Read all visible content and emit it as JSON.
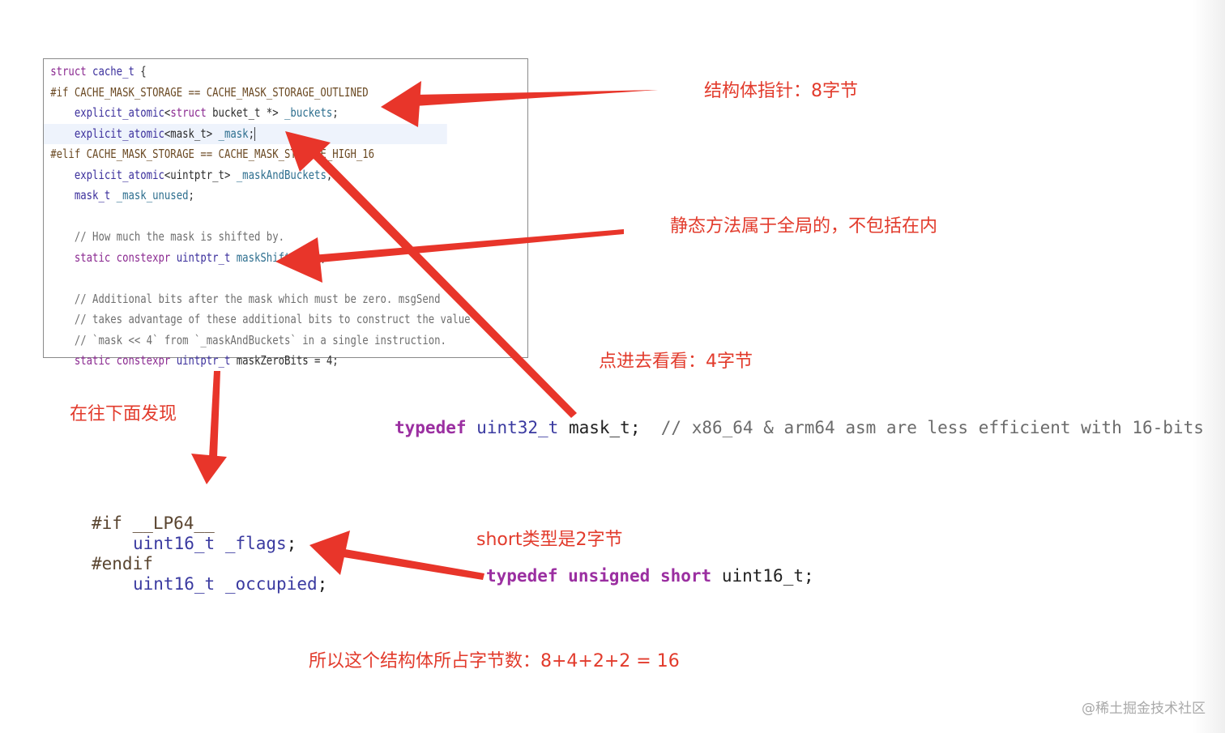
{
  "code_panel": {
    "lines": [
      {
        "segments": [
          {
            "t": "struct",
            "c": "kw"
          },
          {
            "t": " "
          },
          {
            "t": "cache_t",
            "c": "ty"
          },
          {
            "t": " {"
          }
        ]
      },
      {
        "segments": [
          {
            "t": "#if CACHE_MASK_STORAGE == CACHE_MASK_STORAGE_OUTLINED",
            "c": "pp"
          }
        ]
      },
      {
        "segments": [
          {
            "t": "    "
          },
          {
            "t": "explicit_atomic",
            "c": "ty"
          },
          {
            "t": "<"
          },
          {
            "t": "struct",
            "c": "kw"
          },
          {
            "t": " bucket_t *> "
          },
          {
            "t": "_buckets",
            "c": "fd"
          },
          {
            "t": ";"
          }
        ]
      },
      {
        "segments": [
          {
            "t": "    "
          },
          {
            "t": "explicit_atomic",
            "c": "ty"
          },
          {
            "t": "<mask_t> "
          },
          {
            "t": "_mask",
            "c": "fd"
          },
          {
            "t": ";"
          }
        ],
        "highlight": true,
        "caret": true
      },
      {
        "segments": [
          {
            "t": "#elif CACHE_MASK_STORAGE == CACHE_MASK_STORAGE_HIGH_16",
            "c": "pp"
          }
        ]
      },
      {
        "segments": [
          {
            "t": "    "
          },
          {
            "t": "explicit_atomic",
            "c": "ty"
          },
          {
            "t": "<uintptr_t> "
          },
          {
            "t": "_maskAndBuckets",
            "c": "fd"
          },
          {
            "t": ";"
          }
        ]
      },
      {
        "segments": [
          {
            "t": "    "
          },
          {
            "t": "mask_t",
            "c": "ty"
          },
          {
            "t": " "
          },
          {
            "t": "_mask_unused",
            "c": "fd"
          },
          {
            "t": ";"
          }
        ]
      },
      {
        "segments": [
          {
            "t": ""
          }
        ]
      },
      {
        "segments": [
          {
            "t": "    "
          },
          {
            "t": "// How much the mask is shifted by.",
            "c": "cm"
          }
        ]
      },
      {
        "segments": [
          {
            "t": "    "
          },
          {
            "t": "static constexpr",
            "c": "kw"
          },
          {
            "t": " "
          },
          {
            "t": "uintptr_t",
            "c": "ty"
          },
          {
            "t": " "
          },
          {
            "t": "maskShift",
            "c": "fd"
          },
          {
            "t": " = 48;"
          }
        ]
      },
      {
        "segments": [
          {
            "t": ""
          }
        ]
      },
      {
        "segments": [
          {
            "t": "    "
          },
          {
            "t": "// Additional bits after the mask which must be zero. msgSend",
            "c": "cm"
          }
        ]
      },
      {
        "segments": [
          {
            "t": "    "
          },
          {
            "t": "// takes advantage of these additional bits to construct the value",
            "c": "cm"
          }
        ]
      },
      {
        "segments": [
          {
            "t": "    "
          },
          {
            "t": "// `mask << 4` from `_maskAndBuckets` in a single instruction.",
            "c": "cm"
          }
        ]
      },
      {
        "segments": [
          {
            "t": "    "
          },
          {
            "t": "static constexpr",
            "c": "kw"
          },
          {
            "t": " "
          },
          {
            "t": "uintptr_t",
            "c": "ty"
          },
          {
            "t": " maskZeroBits = 4;"
          }
        ]
      }
    ]
  },
  "annotations": {
    "struct_pointer": "结构体指针：8字节",
    "static_method": "静态方法属于全局的，不包括在内",
    "look_inside": "点进去看看：4字节",
    "look_below": "在往下面发现",
    "short_type": "short类型是2字节",
    "total": "所以这个结构体所占字节数：8+4+2+2 = 16"
  },
  "typedef_mask": {
    "kw": "typedef",
    "type": "uint32_t",
    "name": " mask_t;",
    "comment": "  // x86_64 & arm64 asm are less efficient with 16-bits"
  },
  "flags_code": {
    "if_line": "#if __LP64__",
    "flags_type": "uint16_t",
    "flags_name": "_flags",
    "semicolon": ";",
    "endif_line": "#endif",
    "occupied_type": "uint16_t",
    "occupied_name": "_occupied"
  },
  "typedef_short": {
    "kw1": "typedef",
    "kw2": "unsigned",
    "kw3": "short",
    "name": " uint16_t;"
  },
  "watermark": "@稀土掘金技术社区",
  "colors": {
    "arrow": "#e8352a",
    "annotation": "#e23b2c",
    "keyword": "#9b2fa1",
    "type": "#3a3aa0"
  }
}
